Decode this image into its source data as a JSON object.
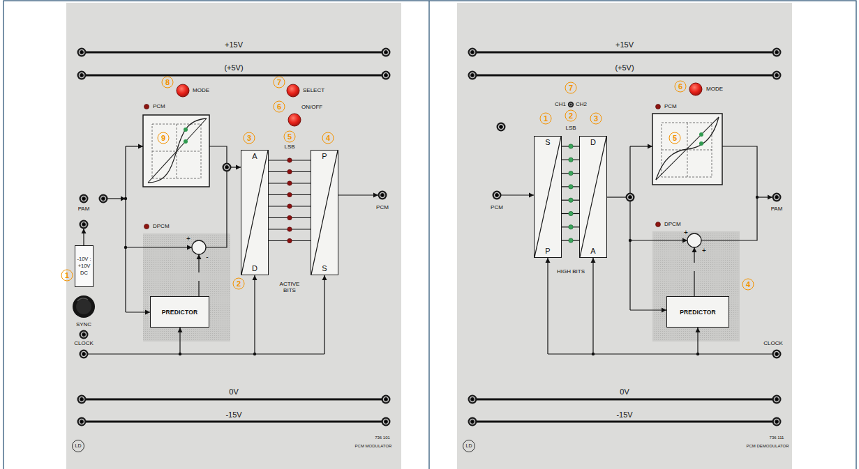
{
  "diagram": {
    "nodes": [
      {
        "text": [
          "A",
          "D"
        ]
      },
      {
        "text": [
          "P",
          "S"
        ]
      },
      {
        "text": [
          "-10V : +10V DC"
        ]
      },
      {
        "text": [
          "PREDICTOR"
        ]
      },
      {
        "text": [
          "S",
          "P"
        ]
      },
      {
        "text": [
          "D",
          "A"
        ]
      },
      {
        "text": [
          "PREDICTOR"
        ]
      }
    ],
    "edges": [
      {
        "from": 0,
        "to": 1,
        "arrow": "none"
      },
      {
        "from": 4,
        "to": 5,
        "arrow": "none"
      }
    ],
    "labels": [
      "+15V",
      "(+5V)",
      "8",
      "MODE",
      "7",
      "SELECT",
      "PCM",
      "9",
      "6",
      "ON/OFF",
      "3",
      "5",
      "4",
      "LSB",
      "PAM",
      "DPCM",
      "+",
      "-",
      "1",
      "2",
      "ACTIVE BITS",
      "PCM",
      "SYNC",
      "CLOCK",
      "0V",
      "-15V",
      "736 101",
      "PCM MODULATOR",
      "LD",
      "+15V",
      "(+5V)",
      "7",
      "6",
      "MODE",
      "CH1",
      "CH2",
      "PCM",
      "1",
      "2",
      "3",
      "LSB",
      "5",
      "PCM",
      "DPCM",
      "+",
      "+",
      "HIGH BITS",
      "4",
      "PAM",
      "CLOCK",
      "0V",
      "-15V",
      "736 111",
      "PCM DEMODULATOR",
      "LD"
    ]
  }
}
